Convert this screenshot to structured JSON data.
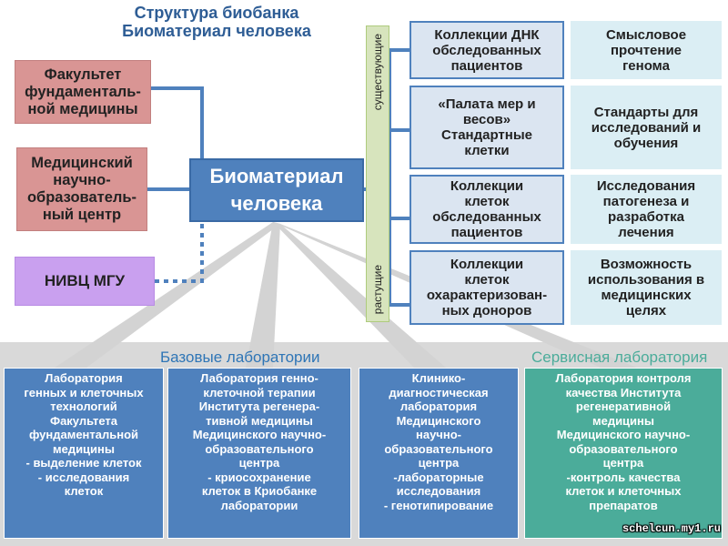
{
  "title": {
    "line1": "Структура биобанка",
    "line2": "Биоматериал человека"
  },
  "left_boxes": {
    "faculty": "Факультет\nфундаменталь-\nной медицины",
    "medcenter": "Медицинский\nнаучно-\nобразователь-\nный центр",
    "nivc": "НИВЦ МГУ"
  },
  "center": {
    "label": "Биоматериал\nчеловека"
  },
  "vertical_labels": {
    "existing": "существующие",
    "growing": "растущие"
  },
  "collections": [
    {
      "text": "Коллекции ДНК\nобследованных\nпациентов"
    },
    {
      "text": "«Палата мер и\nвесов»\nСтандартные\nклетки"
    },
    {
      "text": "Коллекции\nклеток\nобследованных\nпациентов"
    },
    {
      "text": "Коллекции\nклеток\nохарактеризован-\nных доноров"
    }
  ],
  "purposes": [
    {
      "text": "Смысловое\nпрочтение\nгенома"
    },
    {
      "text": "Стандарты для\nисследований и\nобучения"
    },
    {
      "text": "Исследования\nпатогенеза  и\nразработка\nлечения"
    },
    {
      "text": "Возможность\nиспользования в\nмедицинских\nцелях"
    }
  ],
  "sections": {
    "base": "Базовые лаборатории",
    "service": "Сервисная лаборатория"
  },
  "labs": [
    {
      "text": "Лаборатория\nгенных и клеточных\nтехнологий\nФакультета\nфундаментальной\nмедицины\n- выделение клеток\n- исследования\nклеток"
    },
    {
      "text": "Лаборатория генно-\nклеточной терапии\nИнститута регенера-\nтивной медицины\nМедицинского научно-\nобразовательного\nцентра\n- криосохранение\nклеток в Криобанке\nлаборатории"
    },
    {
      "text": "Клинико-\nдиагностическая\nлаборатория\nМедицинского\nнаучно-\nобразовательного\nцентра\n-лабораторные\nисследования\n- генотипирование"
    },
    {
      "text": "Лаборатория контроля\nкачества Института\nрегенеративной\nмедицины\nМедицинского научно-\nобразовательного\nцентра\n-контроль качества\nклеток и клеточных\nпрепаратов"
    }
  ],
  "watermark": "schelcun.my1.ru",
  "colors": {
    "title": "#2e5d95",
    "left_box": "#d99594",
    "nivc": "#c9a0ef",
    "center": "#4f81bd",
    "connector": "#4f81bd",
    "rays": "#d3d3d3",
    "band": "#d9d9d9",
    "section_base": "#2e75b6",
    "section_service": "#4bac9a",
    "lab_blue": "#4f81bd",
    "lab_green": "#4bac9a",
    "col_right": "#dbeef4",
    "vertical_label": "#d7e4bd"
  }
}
